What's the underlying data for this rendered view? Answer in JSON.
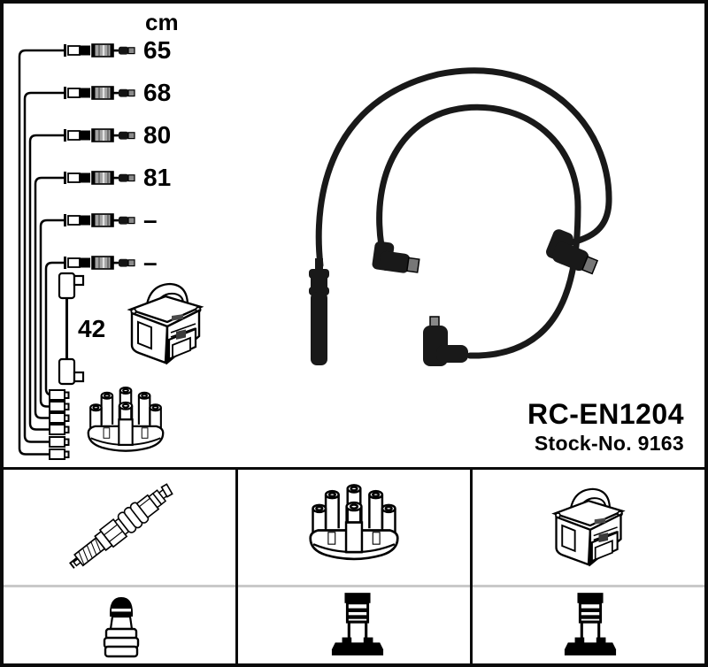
{
  "product": {
    "part_number": "RC-EN1204",
    "stock_line": "Stock-No. 9163"
  },
  "diagram": {
    "unit_label": "cm",
    "cables": [
      {
        "name": "cable-1",
        "length_label": "65"
      },
      {
        "name": "cable-2",
        "length_label": "68"
      },
      {
        "name": "cable-3",
        "length_label": "80"
      },
      {
        "name": "cable-4",
        "length_label": "81"
      },
      {
        "name": "cable-5",
        "length_label": "–"
      },
      {
        "name": "cable-6",
        "length_label": "–"
      }
    ],
    "coil_cable": {
      "name": "coil-to-distributor-cable",
      "length_label": "42"
    },
    "top_icons": [
      "ignition-coil-icon",
      "distributor-cap-icon"
    ]
  },
  "legend": {
    "top_row_icons": [
      "spark-plug-icon",
      "distributor-cap-icon",
      "ignition-coil-icon"
    ],
    "bottom_row_icons": [
      "terminal-nut-icon",
      "terminal-post-icon",
      "terminal-post-icon"
    ]
  },
  "colors": {
    "outline": "#000000",
    "cable_black": "#191919",
    "connector_sleeve_gray": "#a3a3a3",
    "connector_tip_gray": "#8a8a8a",
    "grid_divider_gray": "#c9c9c9",
    "background": "#ffffff"
  }
}
